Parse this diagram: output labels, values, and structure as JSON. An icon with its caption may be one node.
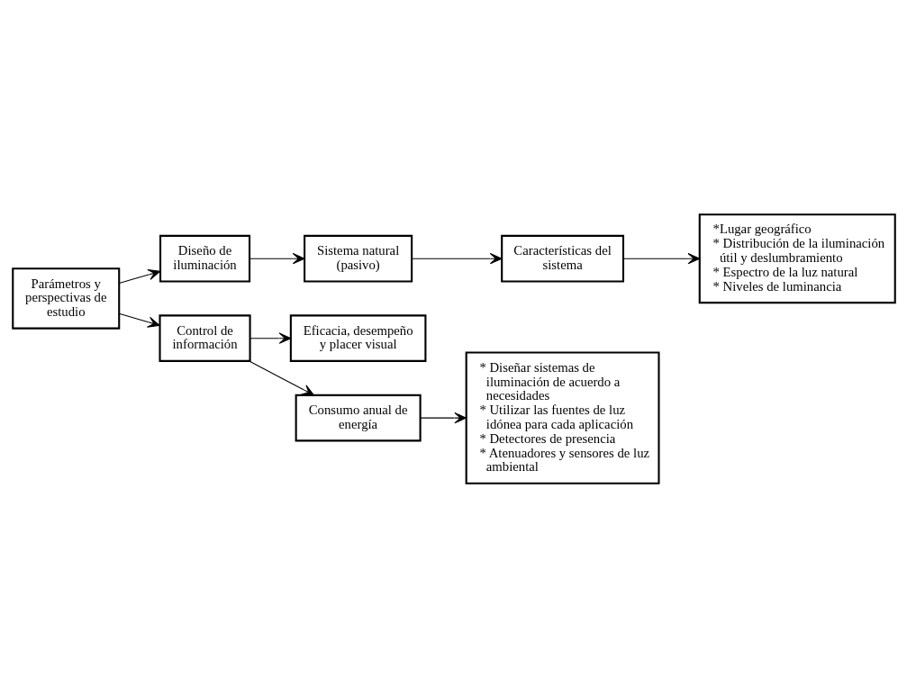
{
  "diagram": {
    "nodes": [
      {
        "text": [
          "Parámetros y perspectivas de estudio"
        ]
      },
      {
        "text": [
          "Diseño de iluminación"
        ]
      },
      {
        "text": [
          "Sistema natural (pasivo)"
        ]
      },
      {
        "text": [
          "Características del sistema"
        ]
      },
      {
        "text": [
          "*Lugar geográfico",
          "* Distribución de la iluminación útil y deslumbramiento",
          "* Espectro de la luz natural",
          "* Niveles de luminancia"
        ]
      },
      {
        "text": [
          "Eficacia, desempeño y placer visual"
        ]
      },
      {
        "text": [
          "Consumo anual de energía"
        ]
      },
      {
        "text": [
          "Control de información"
        ]
      },
      {
        "text": [
          "* Diseñar sistemas de iluminación de acuerdo a necesidades",
          "* Utilizar las fuentes de luz idónea para cada aplicación",
          "* Detectores de presencia",
          "* Atenuadores y sensores de luz ambiental"
        ]
      }
    ],
    "edges": [
      {
        "from": 0,
        "to": 1,
        "arrow": "to"
      },
      {
        "from": 1,
        "to": 2,
        "arrow": "to"
      },
      {
        "from": 2,
        "to": 3,
        "arrow": "to"
      },
      {
        "from": 3,
        "to": 4,
        "arrow": "to"
      },
      {
        "from": 0,
        "to": 7,
        "arrow": "to"
      },
      {
        "from": 7,
        "to": 5,
        "arrow": "to"
      },
      {
        "from": 7,
        "to": 6,
        "arrow": "to"
      },
      {
        "from": 6,
        "to": 8,
        "arrow": "to"
      }
    ]
  }
}
